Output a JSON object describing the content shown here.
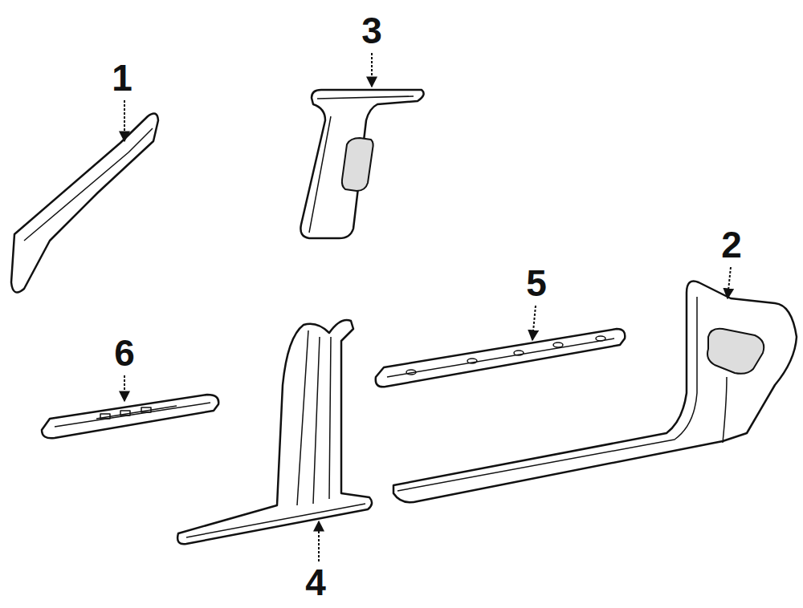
{
  "diagram": {
    "labels": [
      "1",
      "3",
      "2",
      "5",
      "6",
      "4"
    ]
  }
}
